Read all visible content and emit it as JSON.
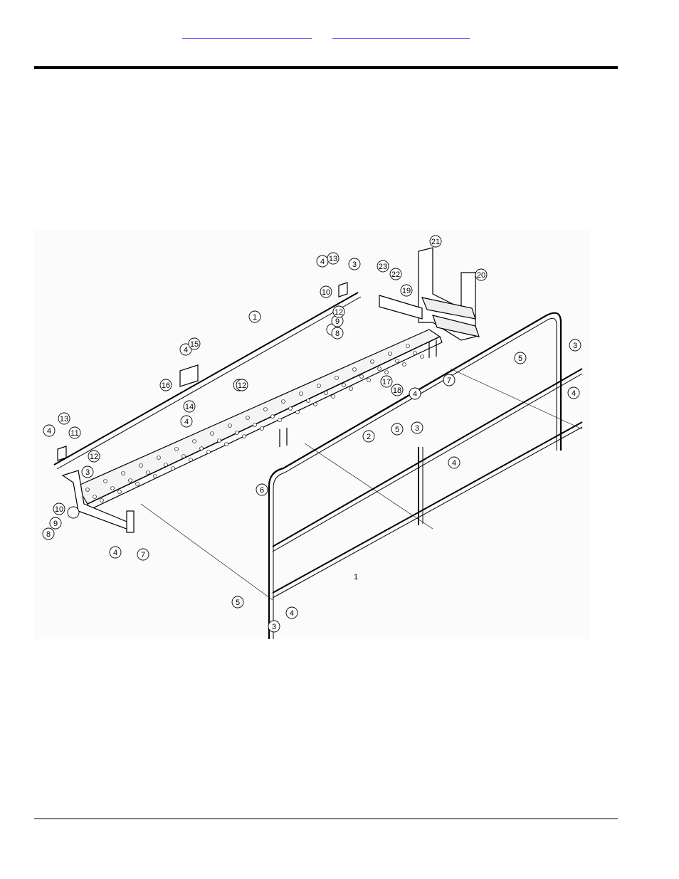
{
  "header": {
    "link_left": "",
    "link_right": ""
  },
  "diagram": {
    "callouts": [
      "1",
      "2",
      "3",
      "4",
      "5",
      "6",
      "7",
      "8",
      "9",
      "10",
      "11",
      "12",
      "13",
      "14",
      "15",
      "16",
      "17",
      "18",
      "19",
      "20",
      "21",
      "22",
      "23"
    ]
  },
  "colors": {
    "link": "#1a1aff",
    "rule": "#000000",
    "drawing_bg": "#fbfbfb"
  }
}
